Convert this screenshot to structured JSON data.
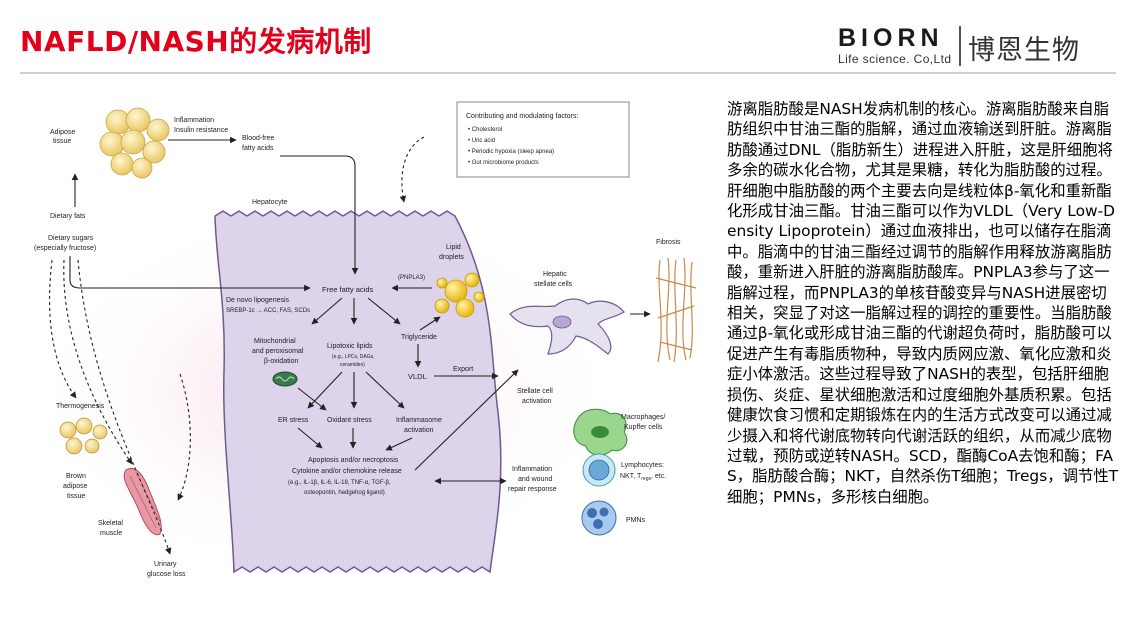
{
  "slide": {
    "title": "NAFLD/NASH的发病机制"
  },
  "logo": {
    "brand": "BIORN",
    "tagline": "Life science. Co,Ltd",
    "chinese_name": "博恩生物"
  },
  "diagram": {
    "factors_box": {
      "title": "Contributing and modulating factors:",
      "items": [
        "• Cholesterol",
        "• Uric acid",
        "• Periodic hypoxia (sleep apnea)",
        "• Gut microbiome products"
      ]
    },
    "labels": {
      "adipose": [
        "Adipose",
        "tissue"
      ],
      "inflammation": [
        "Inflammation",
        "Insulin resistance"
      ],
      "blood_ffa": [
        "Blood-free",
        "fatty acids"
      ],
      "hepatocyte": "Hepatocyte",
      "dietary_fats": "Dietary fats",
      "dietary_sugars": [
        "Dietary sugars",
        "(especially fructose)"
      ],
      "lipid_droplets": [
        "Lipid",
        "droplets"
      ],
      "pnpla3": "(PNPLA3)",
      "free_fatty_acids": "Free fatty acids",
      "de_novo": "De novo lipogenesis",
      "srebp": "SREBP-1c → ACC, FAS, SCDs",
      "mito": [
        "Mitochondrial",
        "and peroxisomal",
        "β-oxidation"
      ],
      "lipotoxic": [
        "Lipotoxic lipids",
        "(e.g., LPCs, DAGs,",
        "ceramides)"
      ],
      "triglyceride": "Triglyceride",
      "vldl": "VLDL",
      "export": "Export",
      "hepatic_stellate": [
        "Hepatic",
        "stellate cells"
      ],
      "fibrosis": "Fibrosis",
      "stellate_activation": [
        "Stellate cell",
        "activation"
      ],
      "er_stress": "ER stress",
      "oxidant_stress": "Oxidant stress",
      "inflammasome": [
        "Inflammasome",
        "activation"
      ],
      "apoptosis": [
        "Apoptosis and/or necroptosis",
        "Cytokine and/or chemokine release",
        "(e.g., IL-1β, IL-6, IL-18, TNF-α, TGF-β,",
        "osteopontin, hedgehog ligand)"
      ],
      "inflammation_repair": [
        "Inflammation",
        "and wound",
        "repair response"
      ],
      "macrophages": [
        "Macrophages/",
        "Kupffer cells"
      ],
      "lymphocytes": [
        "Lymphocytes:",
        "NKT, T"
      ],
      "lymph_sub": "regs",
      "lymph_tail": ", etc.",
      "pmns": "PMNs",
      "thermogenesis": "Thermogenesis",
      "brown_adipose": [
        "Brown",
        "adipose",
        "tissue"
      ],
      "skeletal": [
        "Skeletal",
        "muscle"
      ],
      "urinary": [
        "Urinary",
        "glucose loss"
      ]
    },
    "colors": {
      "hepatocyte_fill": "#ddd3ea",
      "hepatocyte_stroke": "#6f5a91",
      "fat_yellow": "#f3df8e",
      "droplet_yellow": "#f7d23a",
      "arrow": "#222222"
    }
  },
  "description": "游离脂肪酸是NASH发病机制的核心。游离脂肪酸来自脂肪组织中甘油三酯的脂解，通过血液输送到肝脏。游离脂肪酸通过DNL（脂肪新生）进程进入肝脏，这是肝细胞将多余的碳水化合物，尤其是果糖，转化为脂肪酸的过程。肝细胞中脂肪酸的两个主要去向是线粒体β-氧化和重新酯化形成甘油三酯。甘油三酯可以作为VLDL（Very Low-Density Lipoprotein）通过血液排出，也可以储存在脂滴中。脂滴中的甘油三酯经过调节的脂解作用释放游离脂肪酸，重新进入肝脏的游离脂肪酸库。PNPLA3参与了这一脂解过程，而PNPLA3的单核苷酸变异与NASH进展密切相关，突显了对这一脂解过程的调控的重要性。当脂肪酸通过β-氧化或形成甘油三酯的代谢超负荷时，脂肪酸可以促进产生有毒脂质物种，导致内质网应激、氧化应激和炎症小体激活。这些过程导致了NASH的表型，包括肝细胞损伤、炎症、星状细胞激活和过度细胞外基质积累。包括健康饮食习惯和定期锻炼在内的生活方式改变可以通过减少摄入和将代谢底物转向代谢活跃的组织，从而减少底物过载，预防或逆转NASH。SCD，酯酶CoA去饱和酶；FAS，脂肪酸合酶；NKT，自然杀伤T细胞；Tregs，调节性T细胞；PMNs，多形核白细胞。"
}
